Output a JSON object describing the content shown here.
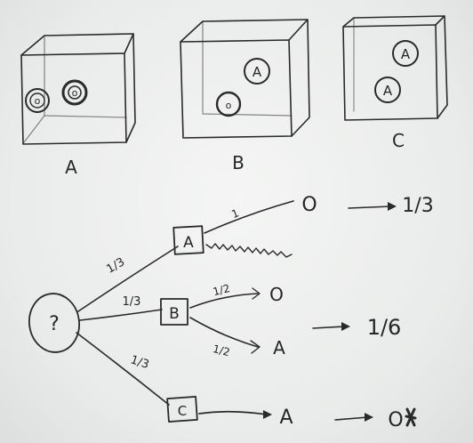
{
  "boxes": [
    {
      "id": "A",
      "label": "A",
      "coins": [
        "o",
        "o"
      ]
    },
    {
      "id": "B",
      "label": "B",
      "coins": [
        "A",
        "o"
      ]
    },
    {
      "id": "C",
      "label": "C",
      "coins": [
        "A",
        "A"
      ]
    }
  ],
  "tree": {
    "root": "?",
    "branches": [
      {
        "node": "A",
        "prob": "1/3",
        "outcomes": [
          {
            "prob": "1",
            "result": "O"
          }
        ],
        "final": "1/3"
      },
      {
        "node": "B",
        "prob": "1/3",
        "outcomes": [
          {
            "prob": "1/2",
            "result": "O"
          },
          {
            "prob": "1/2",
            "result": "A"
          }
        ],
        "final": "1/6"
      },
      {
        "node": "C",
        "prob": "1/3",
        "outcomes": [
          {
            "result": "A"
          }
        ],
        "final": "O"
      }
    ]
  }
}
